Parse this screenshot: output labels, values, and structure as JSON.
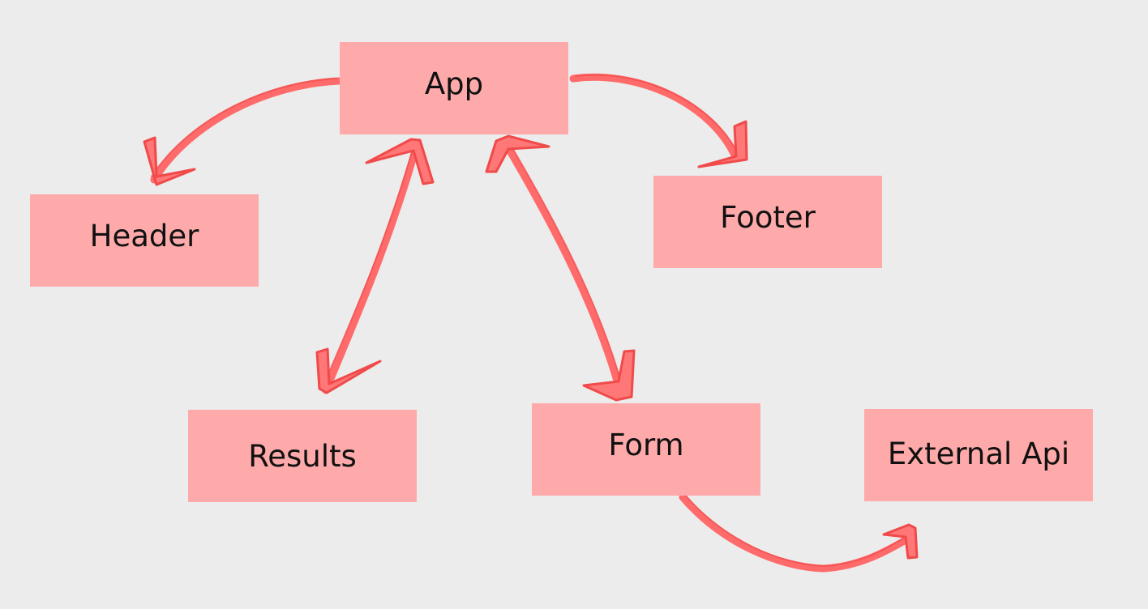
{
  "diagram": {
    "nodes": {
      "app": "App",
      "header": "Header",
      "footer": "Footer",
      "results": "Results",
      "form": "Form",
      "external_api": "External Api"
    },
    "edges": [
      {
        "from": "App",
        "to": "Header",
        "direction": "one-way"
      },
      {
        "from": "App",
        "to": "Footer",
        "direction": "one-way"
      },
      {
        "from": "App",
        "to": "Results",
        "direction": "two-way"
      },
      {
        "from": "App",
        "to": "Form",
        "direction": "two-way"
      },
      {
        "from": "Form",
        "to": "External Api",
        "direction": "one-way"
      }
    ],
    "colors": {
      "background": "#ececec",
      "node_fill": "#ffaaaa",
      "arrow": "#ff6b6b",
      "text": "#111111"
    }
  }
}
